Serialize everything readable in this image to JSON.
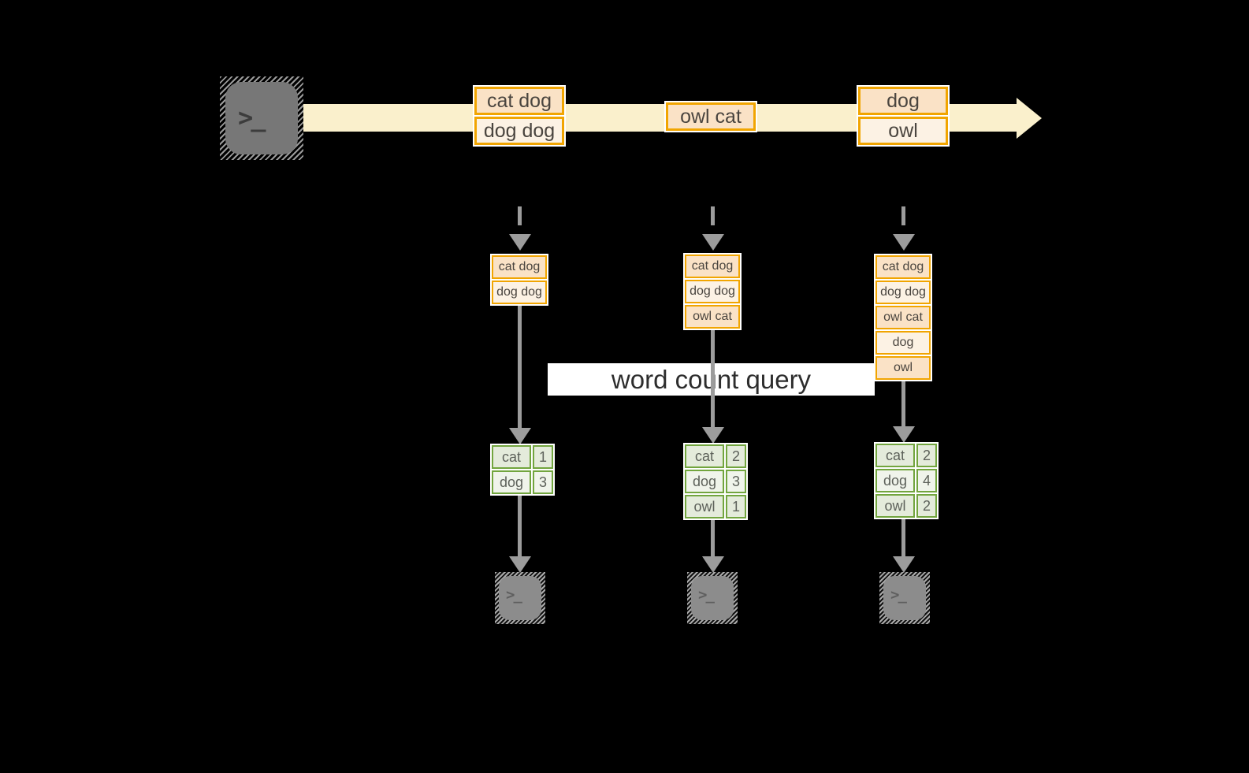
{
  "colors": {
    "band": "#faf0cc",
    "orange": "#f1a501",
    "peach": "#fae2c6",
    "cream": "#fcf2e4",
    "green": "#72a53e",
    "gcell_dark": "#e4ebdb",
    "gcell_light": "#f0f4eb",
    "gray": "#9c9c9c",
    "label_bg": "#ffffff"
  },
  "icons": {
    "source": "terminal-icon",
    "consumer": "terminal-icon",
    "terminal_glyph": ">_"
  },
  "label": {
    "text": "word count query"
  },
  "timeline": {
    "events": [
      {
        "lines": [
          "cat dog",
          "dog dog"
        ]
      },
      {
        "lines": [
          "owl cat"
        ]
      },
      {
        "lines": [
          "dog",
          "owl"
        ]
      }
    ]
  },
  "columns": [
    {
      "stream": [
        "cat dog",
        "dog dog"
      ],
      "counts": [
        {
          "word": "cat",
          "count": "1"
        },
        {
          "word": "dog",
          "count": "3"
        }
      ]
    },
    {
      "stream": [
        "cat dog",
        "dog dog",
        "owl cat"
      ],
      "counts": [
        {
          "word": "cat",
          "count": "2"
        },
        {
          "word": "dog",
          "count": "3"
        },
        {
          "word": "owl",
          "count": "1"
        }
      ]
    },
    {
      "stream": [
        "cat dog",
        "dog dog",
        "owl cat",
        "dog",
        "owl"
      ],
      "counts": [
        {
          "word": "cat",
          "count": "2"
        },
        {
          "word": "dog",
          "count": "4"
        },
        {
          "word": "owl",
          "count": "2"
        }
      ]
    }
  ]
}
